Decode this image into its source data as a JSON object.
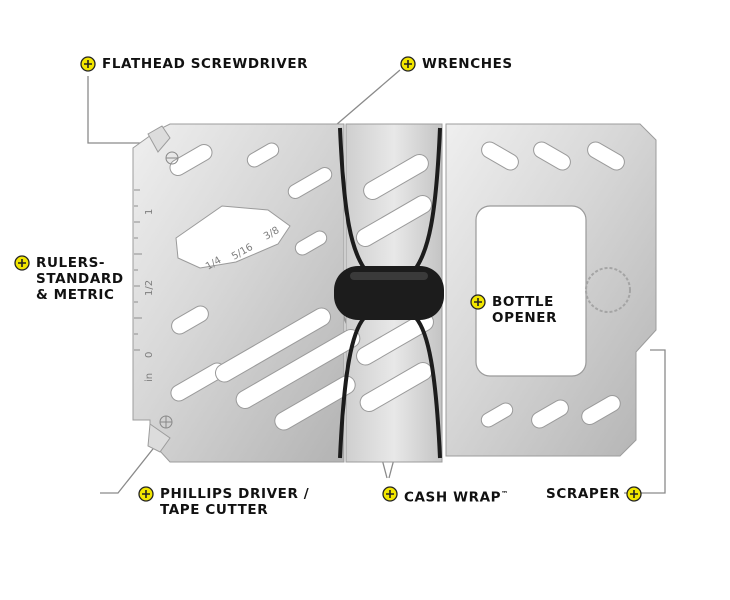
{
  "callouts": {
    "flathead": {
      "line1": "FLATHEAD SCREWDRIVER"
    },
    "wrenches": {
      "line1": "WRENCHES"
    },
    "rulers": {
      "line1": "RULERS-",
      "line2": "STANDARD",
      "line3": "& METRIC"
    },
    "bottle": {
      "line1": "BOTTLE",
      "line2": "OPENER"
    },
    "phillips": {
      "line1": "PHILLIPS DRIVER /",
      "line2": "TAPE CUTTER"
    },
    "cash": {
      "line1": "CASH WRAP",
      "tm": "™"
    },
    "scraper": {
      "line1": "SCRAPER"
    }
  },
  "engravings": {
    "ruler_marks": [
      "1",
      "1/2",
      "0",
      "in"
    ],
    "wrench_sizes": [
      "1/4",
      "5/16",
      "3/8"
    ]
  },
  "colors": {
    "accent": "#f2e600",
    "steel_light": "#e4e4e4",
    "steel_dark": "#a9a9a9",
    "band": "#1c1c1c",
    "leader": "#8a8a8a"
  },
  "icons": {
    "callout_marker": "plus-circle-icon"
  }
}
